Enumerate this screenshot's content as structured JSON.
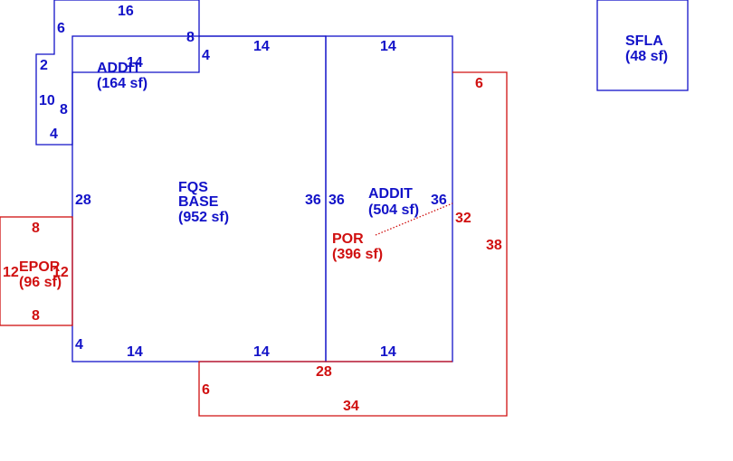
{
  "areas": {
    "addit_top": {
      "name": "ADDIT",
      "area": "(164 sf)"
    },
    "fqs_base": {
      "name_line1": "FQS",
      "name_line2": "BASE",
      "area": "(952 sf)"
    },
    "addit_right": {
      "name": "ADDIT",
      "area": "(504 sf)"
    },
    "por": {
      "name": "POR",
      "area": "(396 sf)"
    },
    "epor": {
      "name": "EPOR",
      "area": "(96 sf)"
    },
    "sfla": {
      "name": "SFLA",
      "area": "(48 sf)"
    }
  },
  "dimensions": {
    "addit_top_16": "16",
    "addit_top_6": "6",
    "addit_top_8": "8",
    "addit_top_2": "2",
    "addit_top_10": "10",
    "addit_top_4_left": "4",
    "addit_top_8_inner": "8",
    "addit_top_14": "14",
    "addit_top_4_right": "4",
    "base_top_14": "14",
    "base_left_28": "28",
    "base_left_4": "4",
    "base_bottom_14a": "14",
    "base_bottom_14b": "14",
    "base_right_36": "36",
    "addit_top_14b": "14",
    "addit_left_36": "36",
    "addit_right_36": "36",
    "addit_bottom_14": "14",
    "por_top_6": "6",
    "por_right_32": "32",
    "por_outer_38": "38",
    "por_bottom_28": "28",
    "por_left_6": "6",
    "por_bottom_34": "34",
    "epor_top_8": "8",
    "epor_left_12": "12",
    "epor_right_12": "12",
    "epor_bottom_8": "8"
  },
  "colors": {
    "living": "#1212c8",
    "porch": "#d01010"
  }
}
